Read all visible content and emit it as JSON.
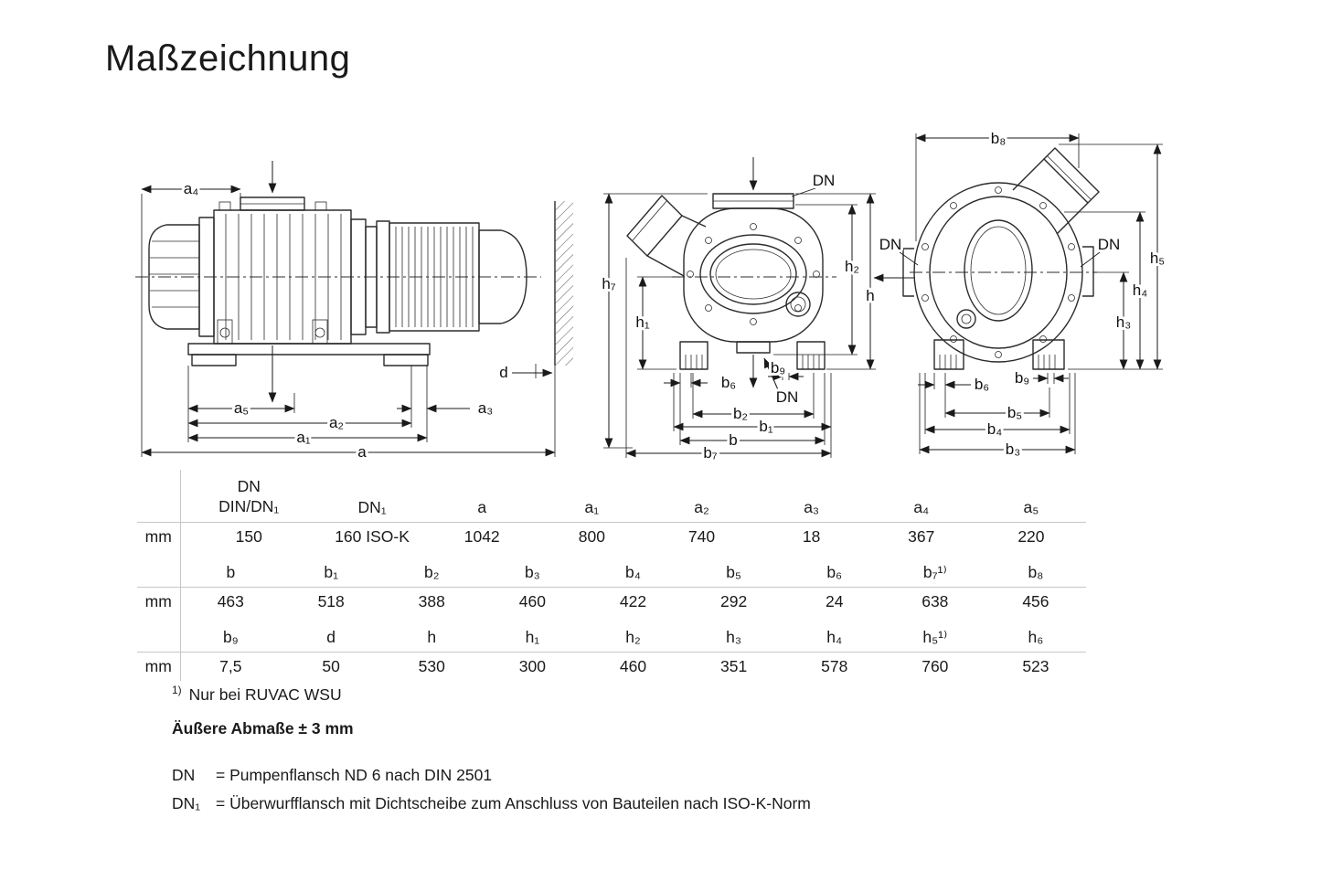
{
  "title": "Maßzeichnung",
  "colors": {
    "background": "#ffffff",
    "text": "#1a1a1a",
    "linework": "#2b2b2b",
    "table_rule": "#c6c6c6"
  },
  "drawing": {
    "side": {
      "a4": "a₄",
      "a5": "a₅",
      "a2": "a₂",
      "a1": "a₁",
      "a3": "a₃",
      "a": "a",
      "d": "d"
    },
    "front": {
      "dn_top": "DN",
      "h7": "h₇",
      "h1": "h₁",
      "h2": "h₂",
      "h": "h",
      "b6": "b₆",
      "b9": "b₉",
      "dn_bottom": "DN",
      "b2": "b₂",
      "b1": "b₁",
      "b": "b",
      "b7": "b₇"
    },
    "end": {
      "b8": "b₈",
      "dn_left": "DN",
      "dn_right": "DN",
      "h5": "h₅",
      "h4": "h₄",
      "h3": "h₃",
      "b6": "b₆",
      "b9": "b₉",
      "b5": "b₅",
      "b4": "b₄",
      "b3": "b₃"
    }
  },
  "table": {
    "unit": "mm",
    "group1": {
      "headers": [
        [
          "DN",
          "DIN/DN₁"
        ],
        "DN₁",
        "a",
        "a₁",
        "a₂",
        "a₃",
        "a₄",
        "a₅"
      ],
      "values": [
        "150",
        "160 ISO-K",
        "1042",
        "800",
        "740",
        "18",
        "367",
        "220"
      ]
    },
    "group2": {
      "headers": [
        "b",
        "b₁",
        "b₂",
        "b₃",
        "b₄",
        "b₅",
        "b₆",
        "b₇¹⁾",
        "b₈"
      ],
      "values": [
        "463",
        "518",
        "388",
        "460",
        "422",
        "292",
        "24",
        "638",
        "456"
      ]
    },
    "group3": {
      "headers": [
        "b₉",
        "d",
        "h",
        "h₁",
        "h₂",
        "h₃",
        "h₄",
        "h₅¹⁾",
        "h₆"
      ],
      "values": [
        "7,5",
        "50",
        "530",
        "300",
        "460",
        "351",
        "578",
        "760",
        "523"
      ]
    }
  },
  "notes": {
    "footnote_marker": "1)",
    "footnote_text": "Nur bei RUVAC WSU",
    "tolerance": "Äußere Abmaße ± 3 mm",
    "dn": {
      "term": "DN",
      "definition": "= Pumpenflansch ND 6 nach DIN 2501"
    },
    "dn1": {
      "term": "DN₁",
      "definition": "= Überwurfflansch mit Dichtscheibe zum Anschluss von Bauteilen nach ISO-K-Norm"
    }
  }
}
